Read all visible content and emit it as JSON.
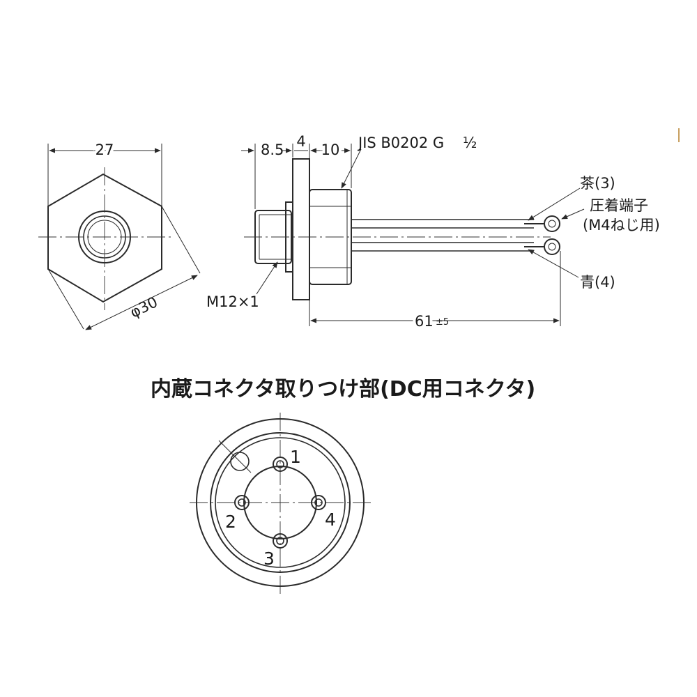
{
  "dimensions": {
    "hex_width": "27",
    "hex_diameter": "φ30",
    "len_a": "8.5",
    "len_b": "4",
    "len_c": "10",
    "thread_spec": "JIS B0202 G",
    "thread_fraction": "½",
    "male_thread": "M12×1",
    "lead_length": "61",
    "lead_tolerance": "±5"
  },
  "leads": {
    "brown": "茶(3)",
    "blue": "青(4)",
    "terminal_line1": "圧着端子",
    "terminal_line2": "(M4ねじ用)"
  },
  "connector": {
    "title": "内蔵コネクタ取りつけ部(DC用コネクタ)",
    "pins": [
      "1",
      "2",
      "3",
      "4"
    ]
  },
  "colors": {
    "line": "#2a2a2a",
    "text": "#1a1a1a"
  }
}
